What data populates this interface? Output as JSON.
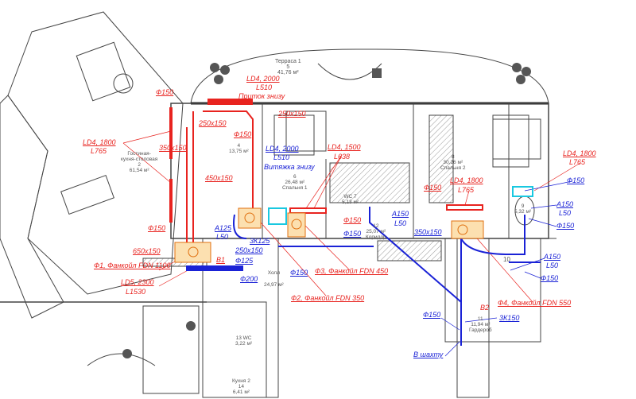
{
  "rooms": {
    "terrace": {
      "name": "Терраса 1",
      "num": "5",
      "area": "41,76 м²"
    },
    "living": {
      "name1": "Гостиная-",
      "name2": "кухня-столовая",
      "num": "2",
      "area": "61,54 м²"
    },
    "r4": {
      "num": "4",
      "area": "13,75 м²"
    },
    "bedroom1": {
      "num": "6",
      "area": "26,48 м²",
      "name": "Спальня 1"
    },
    "wc7": {
      "name": "WC 7",
      "area": "5,13 м²"
    },
    "corridor": {
      "num": "12",
      "area": "25,07 м²",
      "name": "Коридор"
    },
    "bedroom2": {
      "num": "8",
      "area": "30,26 м²",
      "name": "Спальня 2"
    },
    "wc9": {
      "num": "9",
      "area": "5,32 м²"
    },
    "r10": {
      "num": "10"
    },
    "wardrobe": {
      "num": "11",
      "area": "11,94 м²",
      "name": "Гардероб"
    },
    "hall": {
      "name": "Холл",
      "area": "24,97 м²"
    },
    "wc13": {
      "name": "13 WC",
      "area": "3,22 м²"
    },
    "kitchen2": {
      "name": "Кухня 2",
      "num": "14",
      "area": "6,41 м²"
    }
  },
  "supply": {
    "ld4_2000": "LD4, 2000",
    "l510": "L510",
    "from_below": "Приток знизу",
    "d150_a": "Ф150",
    "d250x150_a": "250x150",
    "d150_b": "Ф150",
    "d250x150_b": "250x150",
    "ld4_1800_a": "LD4, 1800",
    "l765_a": "L765",
    "d350x150": "350x150",
    "d450x150": "450x150",
    "d150_c": "Ф150",
    "ld4_1500": "LD4, 1500",
    "l638": "L638",
    "d150_d": "Ф150",
    "d150_e": "Ф150",
    "ld4_1800_b": "LD4, 1800",
    "l765_b": "L765",
    "ld4_1800_c": "LD4, 1800",
    "l765_c": "L765",
    "d650x150": "650x150",
    "f1": "Ф1, Фанкойл FDN 1100",
    "ld5_2300": "LD5, 2300",
    "l1530": "L1530",
    "b1": "В1",
    "f3": "Ф3, Фанкойл FDN 450",
    "f2": "Ф2, Фанкойл FDN 350",
    "f4": "Ф4, Фанкойл FDN 550",
    "b2": "В2"
  },
  "exhaust": {
    "ld4_2000": "LD4, 2000",
    "l510": "L510",
    "exhaust_below": "Витяжка знизу",
    "a125": "A125",
    "l50_a": "L50",
    "zk125": "3К125",
    "d250x150": "250x150",
    "d125": "Ф125",
    "d200": "Ф200",
    "d150_a": "Ф150",
    "d150_b": "Ф150",
    "a150_a": "A150",
    "l50_b": "L50",
    "d350x150": "350x150",
    "d150_c": "Ф150",
    "a150_b": "A150",
    "l50_c": "L50",
    "d150_d": "Ф150",
    "a150_c": "A150",
    "l50_d": "L50",
    "d150_e": "Ф150",
    "d150_f": "Ф150",
    "zk150": "3К150",
    "to_shaft": "В шахту"
  },
  "colors": {
    "supply": "#e8231f",
    "exhaust": "#1a22d6",
    "fancoil": "#f5a030",
    "walls": "#333333"
  }
}
